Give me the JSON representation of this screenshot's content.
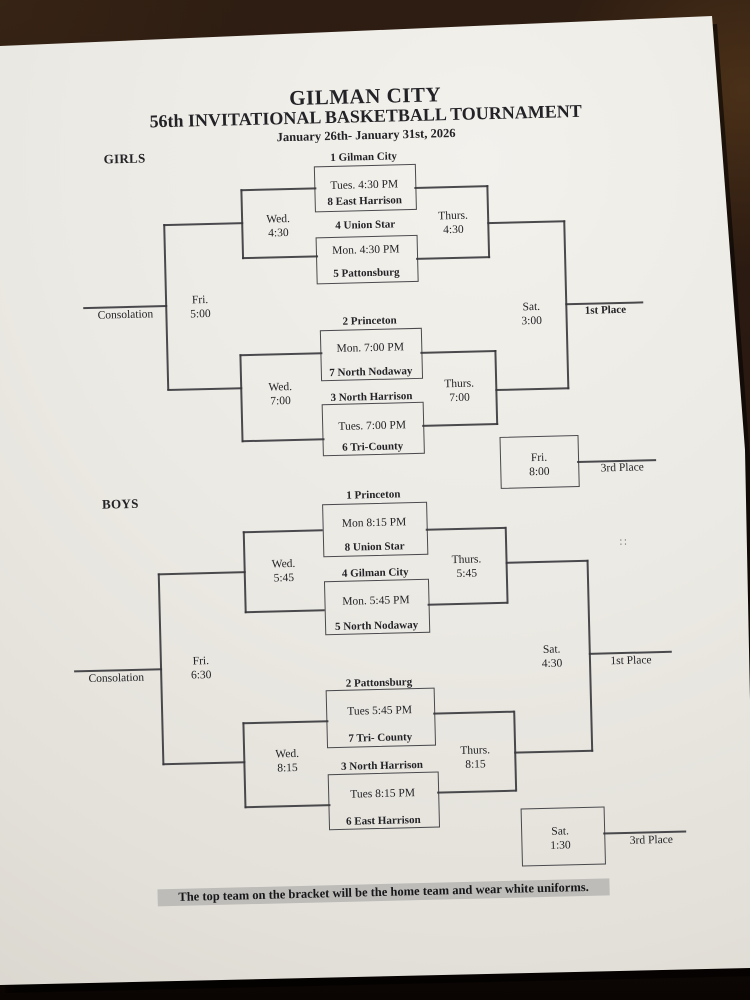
{
  "header": {
    "line1": "GILMAN CITY",
    "line2": "56th INVITATIONAL BASKETBALL TOURNAMENT",
    "line3": "January 26th- January 31st, 2026"
  },
  "note": "The top team on the bracket will be the home team and wear white uniforms.",
  "artifact": "∷",
  "girls": {
    "label": "GIRLS",
    "games": [
      {
        "seed_top": "1 Gilman City",
        "time": "Tues. 4:30 PM",
        "seed_bottom": "8 East Harrison"
      },
      {
        "seed_top": "4 Union Star",
        "time": "Mon. 4:30 PM",
        "seed_bottom": "5 Pattonsburg"
      },
      {
        "seed_top": "2 Princeton",
        "time": "Mon. 7:00 PM",
        "seed_bottom": "7 North Nodaway"
      },
      {
        "seed_top": "3 North Harrison",
        "time": "Tues. 7:00 PM",
        "seed_bottom": "6 Tri-County"
      }
    ],
    "rounds": {
      "left_top": {
        "day": "Wed.",
        "time": "4:30"
      },
      "left_bottom": {
        "day": "Wed.",
        "time": "7:00"
      },
      "right_top": {
        "day": "Thurs.",
        "time": "4:30"
      },
      "right_bottom": {
        "day": "Thurs.",
        "time": "7:00"
      },
      "consolation_final": {
        "day": "Fri.",
        "time": "5:00"
      },
      "championship": {
        "day": "Sat.",
        "time": "3:00"
      },
      "third_place": {
        "day": "Fri.",
        "time": "8:00"
      }
    },
    "labels": {
      "consolation": "Consolation",
      "first_place": "1st Place",
      "third_place": "3rd Place"
    }
  },
  "boys": {
    "label": "BOYS",
    "games": [
      {
        "seed_top": "1 Princeton",
        "time": "Mon 8:15 PM",
        "seed_bottom": "8 Union Star"
      },
      {
        "seed_top": "4 Gilman City",
        "time": "Mon. 5:45 PM",
        "seed_bottom": "5 North Nodaway"
      },
      {
        "seed_top": "2 Pattonsburg",
        "time": "Tues 5:45 PM",
        "seed_bottom": "7 Tri- County"
      },
      {
        "seed_top": "3 North Harrison",
        "time": "Tues 8:15 PM",
        "seed_bottom": "6 East Harrison"
      }
    ],
    "rounds": {
      "left_top": {
        "day": "Wed.",
        "time": "5:45"
      },
      "left_bottom": {
        "day": "Wed.",
        "time": "8:15"
      },
      "right_top": {
        "day": "Thurs.",
        "time": "5:45"
      },
      "right_bottom": {
        "day": "Thurs.",
        "time": "8:15"
      },
      "consolation_final": {
        "day": "Fri.",
        "time": "6:30"
      },
      "championship": {
        "day": "Sat.",
        "time": "4:30"
      },
      "third_place": {
        "day": "Sat.",
        "time": "1:30"
      }
    },
    "labels": {
      "consolation": "Consolation",
      "first_place": "1st Place",
      "third_place": "3rd Place"
    }
  }
}
